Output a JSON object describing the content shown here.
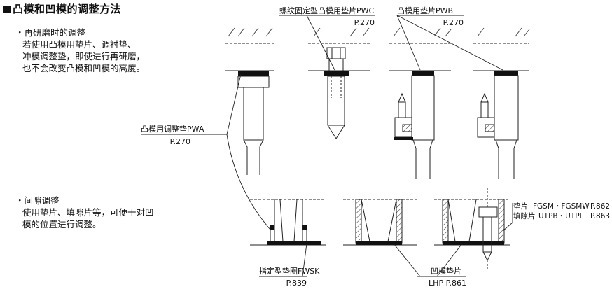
{
  "title": "凸模和凹模的调整方法",
  "section1": {
    "bullet": "・再研磨时的调整",
    "text": "若使用凸模用垫片、调衬垫、冲模调整垫，即使进行再研磨，也不会改变凸模和凹模的高度。",
    "lines": [
      "若使用凸模用垫片、调衬垫、",
      "冲模调整垫，即使进行再研磨，",
      "也不会改变凸模和凹模的高度。"
    ]
  },
  "section2": {
    "bullet": "・间隙调整",
    "lines": [
      "使用垫片、填隙片等，可便于对凹",
      "模的位置进行调整。"
    ]
  },
  "labels": {
    "pwc": "螺纹固定型凸模用垫片PWC",
    "pwc_ref": "P.270",
    "pwb": "凸模用垫片PWB",
    "pwb_ref": "P.270",
    "pwa": "凸模用调整垫PWA",
    "pwa_ref": "P.270",
    "fwsk": "指定型垫圈FWSK",
    "fwsk_ref": "P.839",
    "die_shim": "凹模垫片",
    "die_shim_ref": "LHP  P.861"
  },
  "table": {
    "row1": {
      "name": "垫片",
      "items": "FGSM・FGSMW",
      "ref": "P.862"
    },
    "row2": {
      "name": "填隙片",
      "items": "UTPB・UTPL",
      "ref": "P.863"
    }
  }
}
